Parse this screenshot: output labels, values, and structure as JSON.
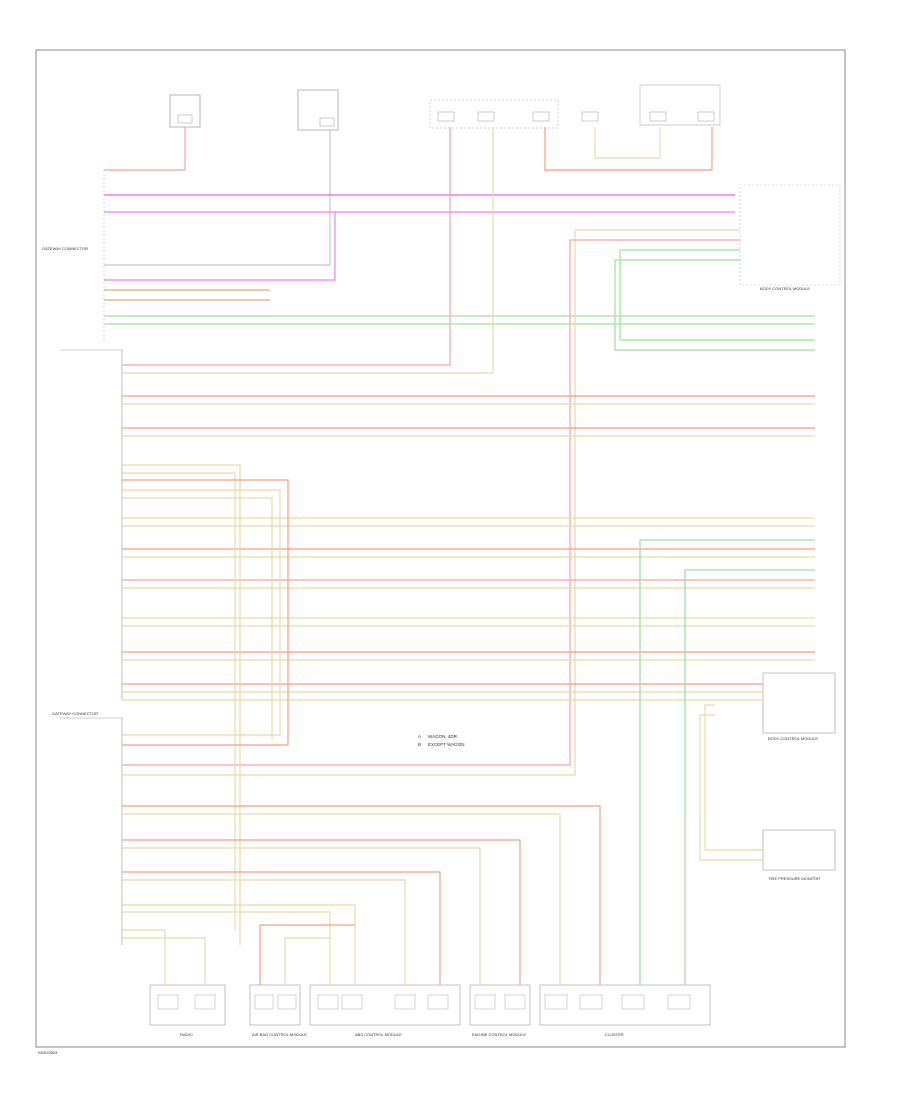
{
  "legend": {
    "a": "A",
    "a_text": "WAGON, 4DR",
    "b": "B",
    "b_text": "EXCEPT WAGON"
  },
  "modules": {
    "gateway_connector_1": "GATEWAY CONNECTOR",
    "gateway_connector_2": "GATEWAY CONNECTOR",
    "bottom_1": "RADIO",
    "bottom_2": "AIR BAG CONTROL MODULE",
    "bottom_3": "ABS CONTROL MODULE",
    "bottom_4": "ENGINE CONTROL MODULE",
    "bottom_5": "CLUSTER",
    "right_top": "BODY CONTROL MODULE",
    "right_mid": "BODY CONTROL MODULE",
    "right_bottom": "TIRE PRESSURE MONITOR"
  },
  "footer": {
    "code": "W0020503"
  }
}
